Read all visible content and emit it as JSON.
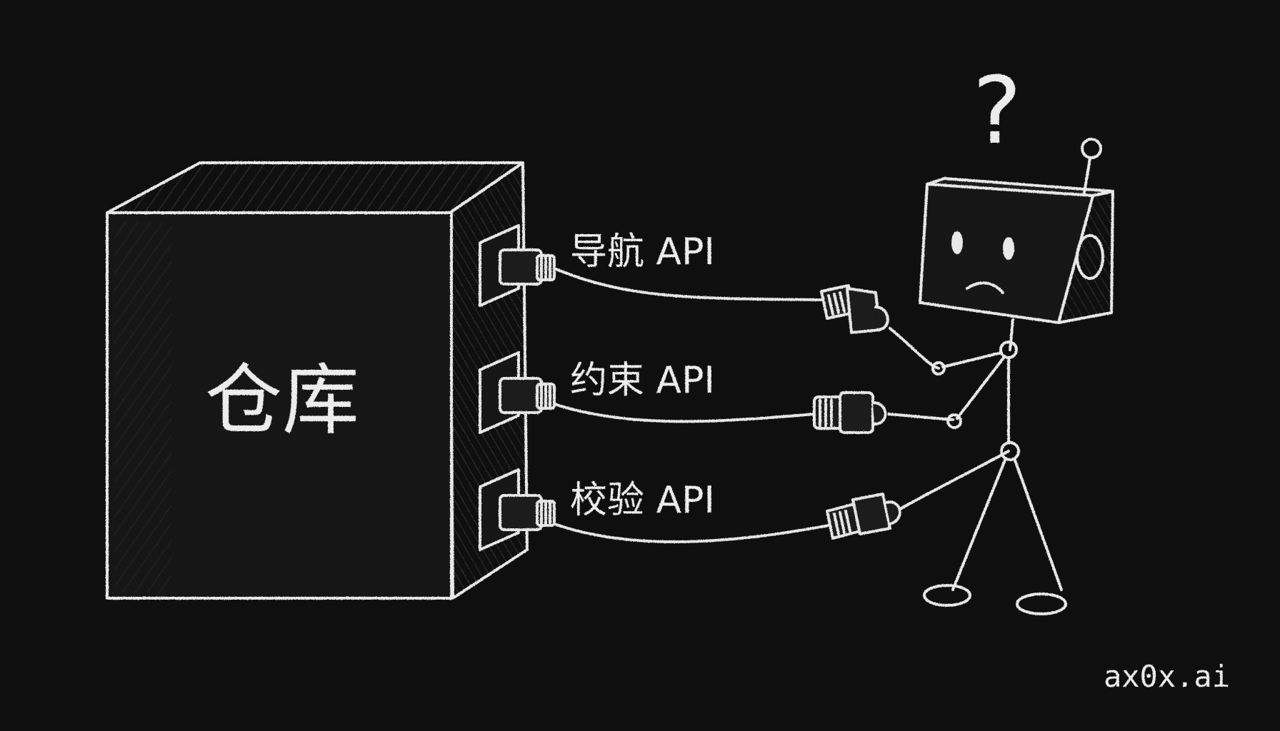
{
  "colors": {
    "background": "#0f0f0f",
    "chalk": "#ececec",
    "chalk_dim": "#cfcfcf"
  },
  "warehouse": {
    "label": "仓库"
  },
  "apis": [
    {
      "label": "导航 API",
      "icon": "plug-icon"
    },
    {
      "label": "约束 API",
      "icon": "plug-icon"
    },
    {
      "label": "校验 API",
      "icon": "plug-icon"
    }
  ],
  "robot": {
    "thought": "?",
    "face": "confused"
  },
  "watermark": "ax0x.ai"
}
